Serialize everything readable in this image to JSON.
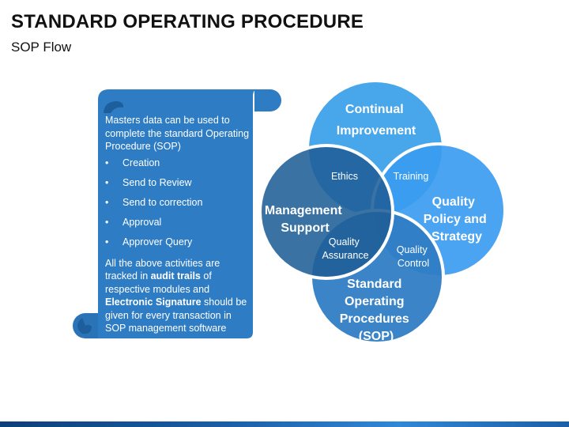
{
  "header": {
    "title": "STANDARD OPERATING PROCEDURE",
    "subtitle": "SOP Flow"
  },
  "scroll": {
    "intro": "Masters data can be used to complete the standard Operating Procedure (SOP)",
    "bullets": [
      "Creation",
      "Send to Review",
      "Send to correction",
      "Approval",
      "Approver Query"
    ],
    "outro_parts": {
      "a": "All the above activities are tracked in ",
      "b": "audit trails",
      "c": " of respective modules and ",
      "d": "Electronic Signature",
      "e": " should be given for every transaction in SOP management software"
    }
  },
  "venn": {
    "top": [
      "Continual",
      "Improvement"
    ],
    "left": [
      "Management",
      "Support"
    ],
    "right": [
      "Quality",
      "Policy and",
      "Strategy"
    ],
    "bottom": [
      "Standard",
      "Operating",
      "Procedures",
      "(SOP)"
    ],
    "ethics": "Ethics",
    "training": "Training",
    "quality_assurance": [
      "Quality",
      "Assurance"
    ],
    "quality_control": [
      "Quality",
      "Control"
    ]
  },
  "colors": {
    "scroll_blue": "#2e7cc4",
    "circle_top": "#48a6ea",
    "circle_left": "#1f5f97",
    "circle_right": "#3b9cf0",
    "circle_bottom": "#2f7dc4",
    "footer_blue": "#1b5ea8"
  }
}
